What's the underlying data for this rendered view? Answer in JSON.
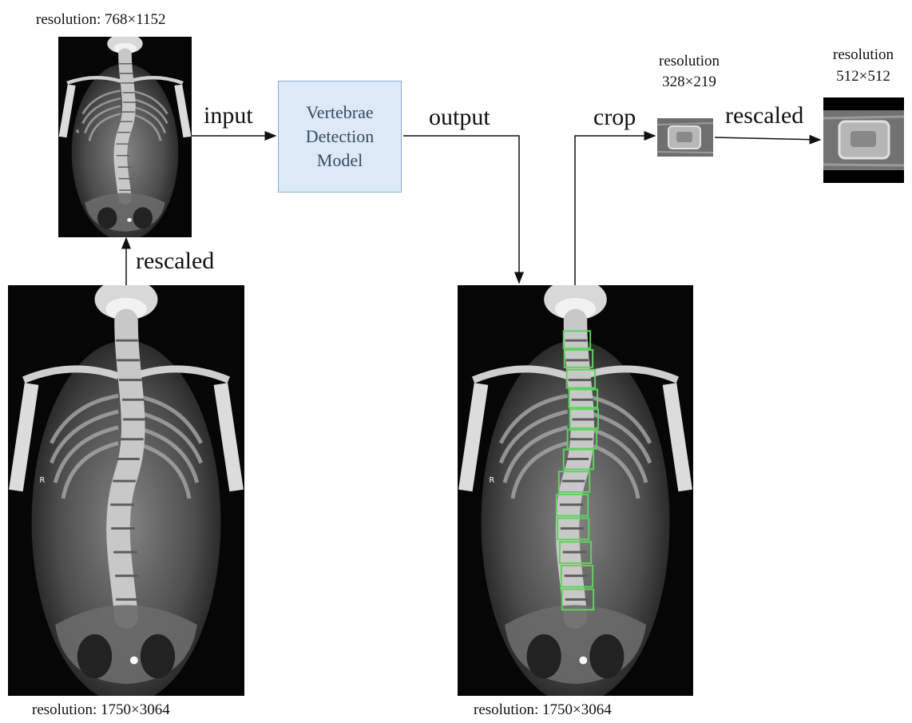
{
  "labels": {
    "top_left_resolution": "resolution: 768×1152",
    "bottom_left_resolution": "resolution: 1750×3064",
    "bottom_right_resolution": "resolution: 1750×3064",
    "crop_resolution_line1": "resolution",
    "crop_resolution_line2": "328×219",
    "final_resolution_line1": "resolution",
    "final_resolution_line2": "512×512"
  },
  "flow": {
    "input": "input",
    "output": "output",
    "crop": "crop",
    "rescaled_vertical": "rescaled",
    "rescaled_horizontal": "rescaled"
  },
  "model": {
    "line1": "Vertebrae",
    "line2": "Detection",
    "line3": "Model"
  },
  "colors": {
    "model_fill": "#dce9f7",
    "model_border": "#8aaed3",
    "detection_box": "#5fd35f"
  }
}
